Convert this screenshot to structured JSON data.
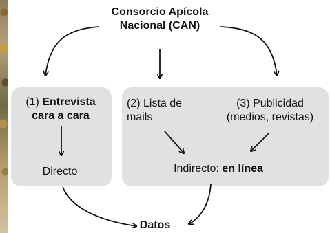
{
  "title": {
    "line1": "Consorcio Apícola",
    "line2": "Nacional (CAN)"
  },
  "left_box": {
    "prefix": "(1) ",
    "bold_line1": "Entrevista",
    "bold_line2": "cara a cara",
    "result": "Directo"
  },
  "right_box": {
    "list_line1": "(2) Lista de",
    "list_line2": "mails",
    "pub_line1": "(3) Publicidad",
    "pub_line2": "(medios, revistas)",
    "indirect_prefix": "Indirecto: ",
    "indirect_bold": "en línea"
  },
  "bottom": {
    "datos": "Datos"
  }
}
